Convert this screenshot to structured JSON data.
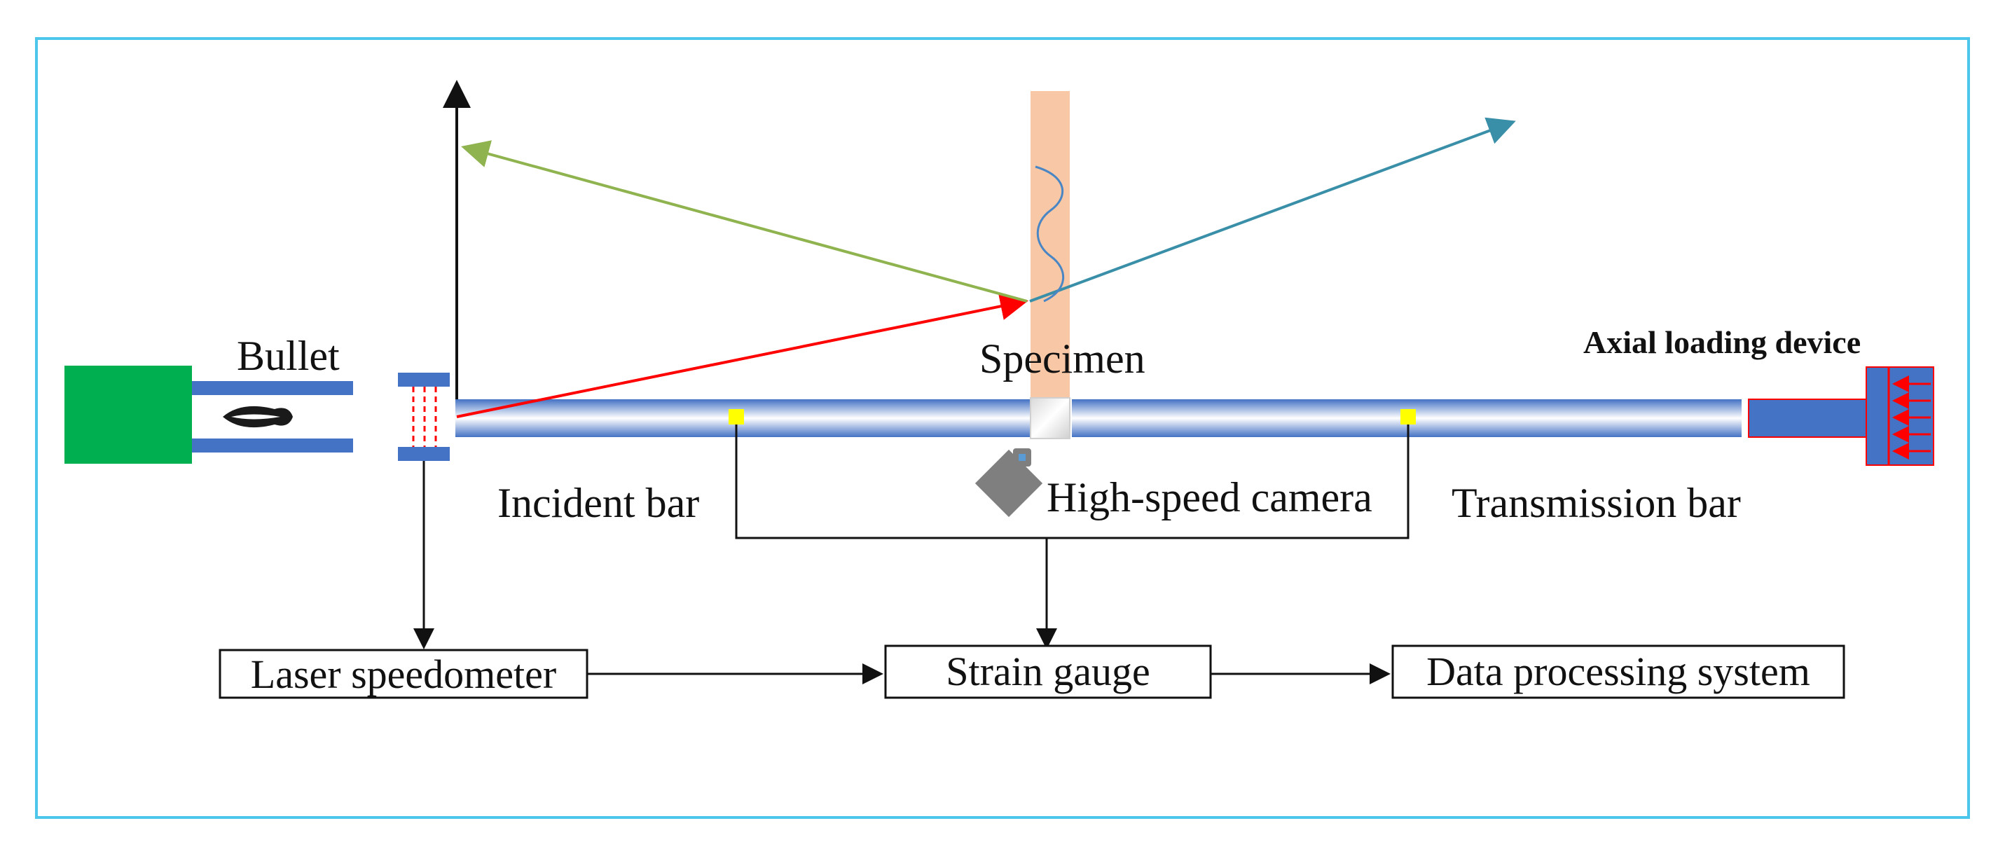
{
  "labels": {
    "bullet": "Bullet",
    "specimen": "Specimen",
    "axial_loading_device": "Axial loading device",
    "incident_bar": "Incident bar",
    "high_speed_camera": "High-speed camera",
    "transmission_bar": "Transmission bar"
  },
  "boxes": {
    "laser_speedometer": "Laser speedometer",
    "strain_gauge": "Strain gauge",
    "data_processing_system": "Data processing system"
  },
  "colors": {
    "frame": "#4cc6ea",
    "launcher": "#00b050",
    "bar_blue": "#4472c4",
    "bar_light": "#dce8f7",
    "specimen_column": "#f8c8a6",
    "strain_gauge_dot": "#ffff00",
    "incident_wave": "#ff0000",
    "reflected_wave": "#8fb34e",
    "transmitted_wave": "#3a8fa8",
    "camera": "#7f7f7f",
    "loading_arrows": "#ff0000"
  }
}
